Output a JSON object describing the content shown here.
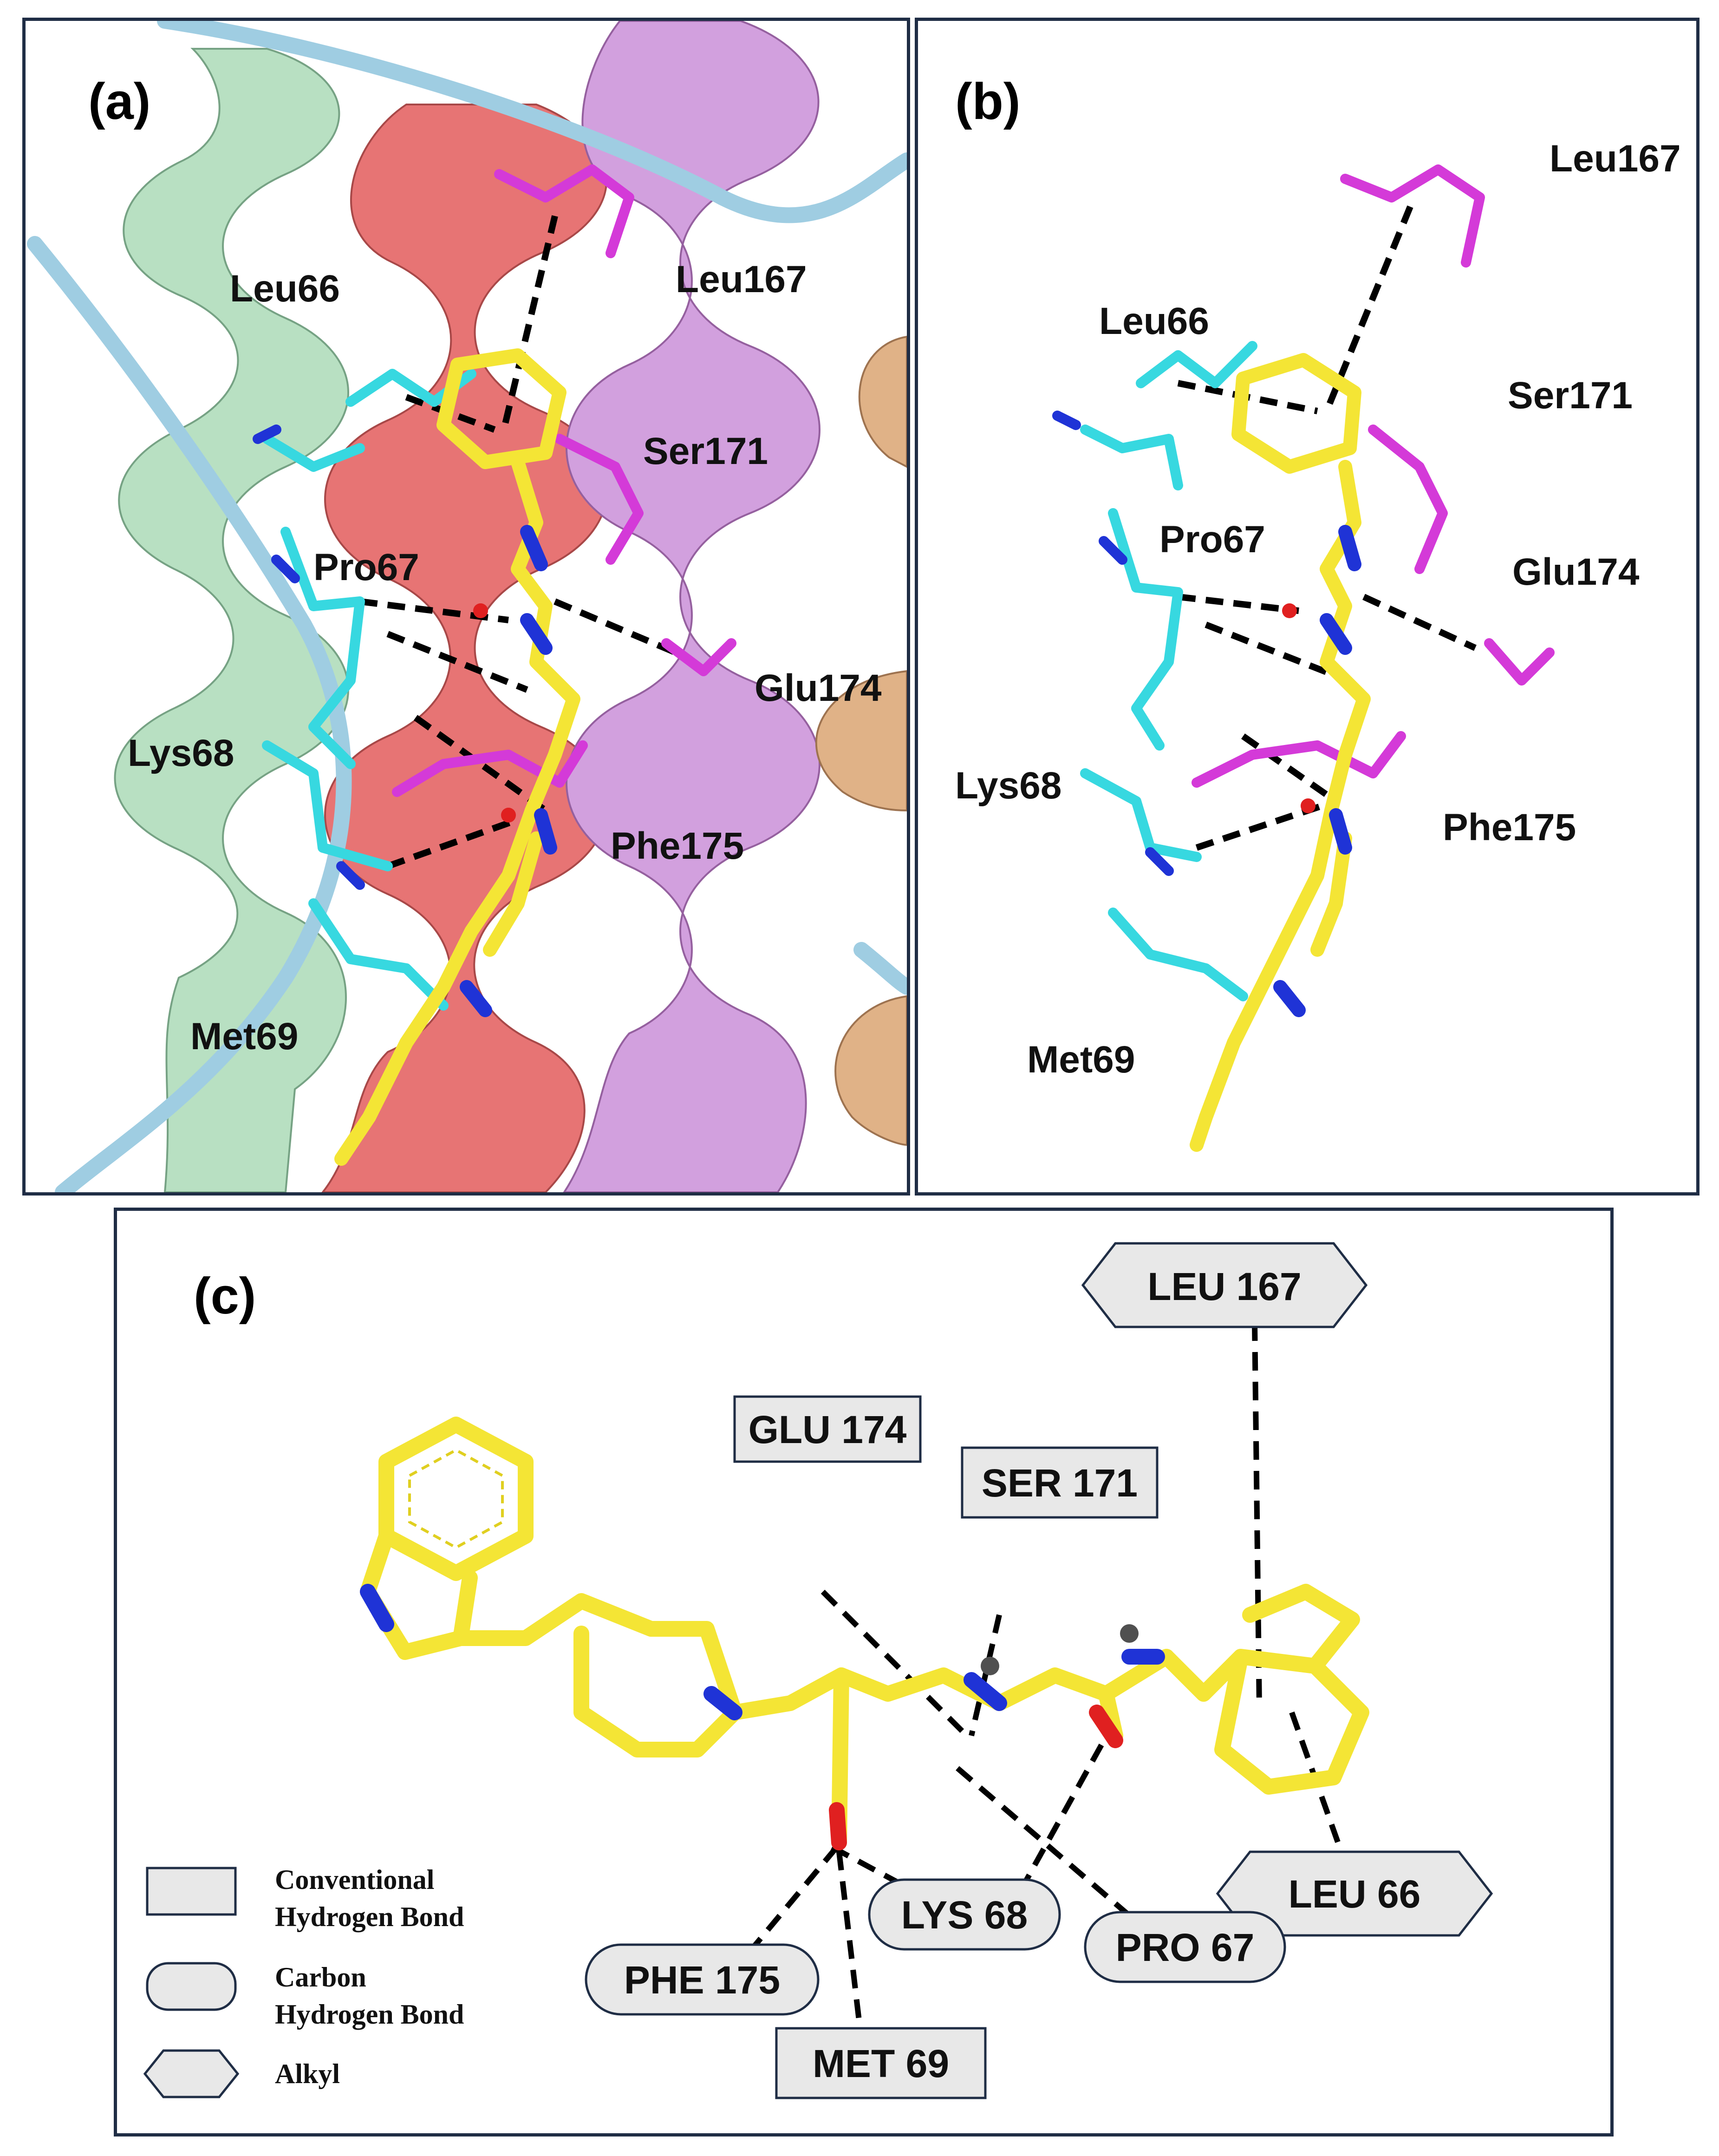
{
  "panel_a": {
    "label": "(a)",
    "residues": {
      "leu167": "Leu167",
      "leu66": "Leu66",
      "ser171": "Ser171",
      "pro67": "Pro67",
      "glu174": "Glu174",
      "lys68": "Lys68",
      "phe175": "Phe175",
      "met69": "Met69"
    }
  },
  "panel_b": {
    "label": "(b)",
    "residues": {
      "leu167": "Leu167",
      "leu66": "Leu66",
      "ser171": "Ser171",
      "pro67": "Pro67",
      "glu174": "Glu174",
      "lys68": "Lys68",
      "phe175": "Phe175",
      "met69": "Met69"
    }
  },
  "panel_c": {
    "label": "(c)",
    "nodes": {
      "leu167": "LEU 167",
      "glu174": "GLU 174",
      "ser171": "SER 171",
      "leu66": "LEU 66",
      "lys68": "LYS 68",
      "pro67": "PRO 67",
      "phe175": "PHE 175",
      "met69": "MET 69"
    },
    "legend": {
      "conventional": [
        "Conventional",
        "Hydrogen Bond"
      ],
      "carbon": [
        "Carbon",
        "Hydrogen Bond"
      ],
      "alkyl": "Alkyl"
    }
  },
  "colors": {
    "ligand": "#f2e533",
    "cyan_residue": "#37d8e0",
    "magenta_residue": "#d43ad8",
    "nitrogen": "#1f33d6",
    "oxygen": "#e02020",
    "helix_green": "#a9d8b4",
    "helix_red": "#e36b6b",
    "helix_violet": "#c894d8",
    "coil_blue": "#8fc2dc",
    "node_fill": "#e8e8e8",
    "frame": "#1f2d45"
  }
}
